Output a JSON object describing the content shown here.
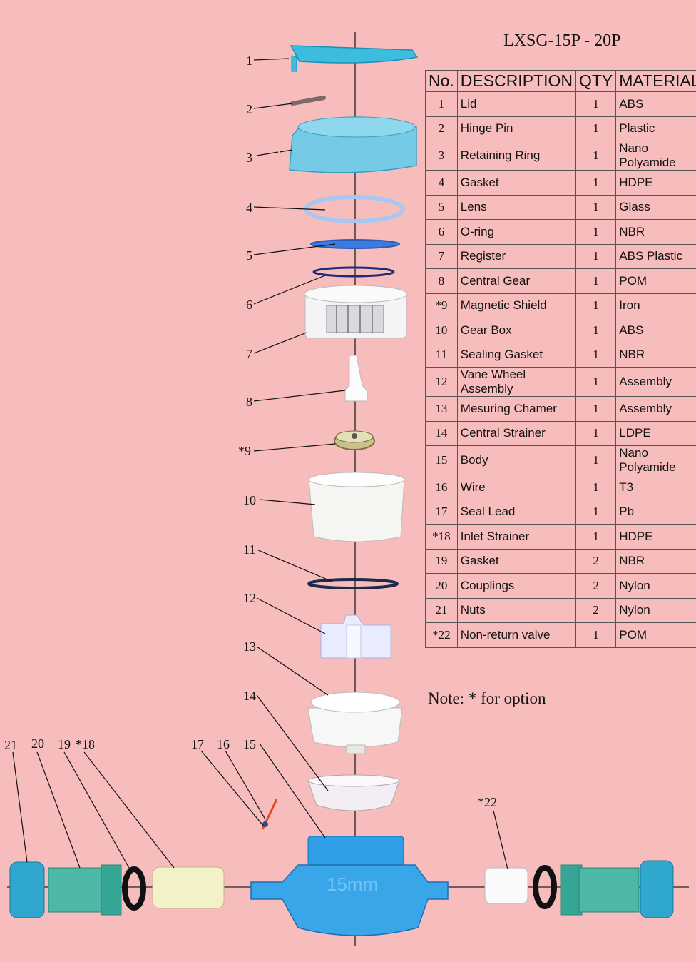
{
  "title": "LXSG-15P - 20P",
  "table": {
    "headers": {
      "no": "No.",
      "description": "DESCRIPTION",
      "qty": "QTY",
      "material": "MATERIAL"
    },
    "rows": [
      {
        "no": "1",
        "description": "Lid",
        "qty": "1",
        "material": "ABS"
      },
      {
        "no": "2",
        "description": "Hinge Pin",
        "qty": "1",
        "material": "Plastic"
      },
      {
        "no": "3",
        "description": "Retaining Ring",
        "qty": "1",
        "material": "Nano Polyamide"
      },
      {
        "no": "4",
        "description": "Gasket",
        "qty": "1",
        "material": "HDPE"
      },
      {
        "no": "5",
        "description": "Lens",
        "qty": "1",
        "material": "Glass"
      },
      {
        "no": "6",
        "description": "O-ring",
        "qty": "1",
        "material": "NBR"
      },
      {
        "no": "7",
        "description": "Register",
        "qty": "1",
        "material": "ABS Plastic"
      },
      {
        "no": "8",
        "description": "Central Gear",
        "qty": "1",
        "material": "POM"
      },
      {
        "no": "*9",
        "description": "Magnetic Shield",
        "qty": "1",
        "material": "Iron"
      },
      {
        "no": "10",
        "description": "Gear Box",
        "qty": "1",
        "material": "ABS"
      },
      {
        "no": "11",
        "description": "Sealing Gasket",
        "qty": "1",
        "material": "NBR"
      },
      {
        "no": "12",
        "description": "Vane Wheel Assembly",
        "qty": "1",
        "material": "Assembly"
      },
      {
        "no": "13",
        "description": "Mesuring Chamer",
        "qty": "1",
        "material": "Assembly"
      },
      {
        "no": "14",
        "description": "Central Strainer",
        "qty": "1",
        "material": "LDPE"
      },
      {
        "no": "15",
        "description": "Body",
        "qty": "1",
        "material": "Nano Polyamide"
      },
      {
        "no": "16",
        "description": "Wire",
        "qty": "1",
        "material": "T3"
      },
      {
        "no": "17",
        "description": "Seal Lead",
        "qty": "1",
        "material": "Pb"
      },
      {
        "no": "*18",
        "description": "Inlet Strainer",
        "qty": "1",
        "material": "HDPE"
      },
      {
        "no": "19",
        "description": "Gasket",
        "qty": "2",
        "material": "NBR"
      },
      {
        "no": "20",
        "description": "Couplings",
        "qty": "2",
        "material": "Nylon"
      },
      {
        "no": "21",
        "description": "Nuts",
        "qty": "2",
        "material": "Nylon"
      },
      {
        "no": "*22",
        "description": "Non-return valve",
        "qty": "1",
        "material": "POM"
      }
    ]
  },
  "note": "Note: * for option",
  "body_marking": "15mm",
  "callouts": [
    "1",
    "2",
    "3",
    "4",
    "5",
    "*9",
    "6",
    "7",
    "8",
    "10",
    "11",
    "12",
    "13",
    "14",
    "21",
    "20",
    "19",
    "*18",
    "17",
    "16",
    "15",
    "*22"
  ]
}
